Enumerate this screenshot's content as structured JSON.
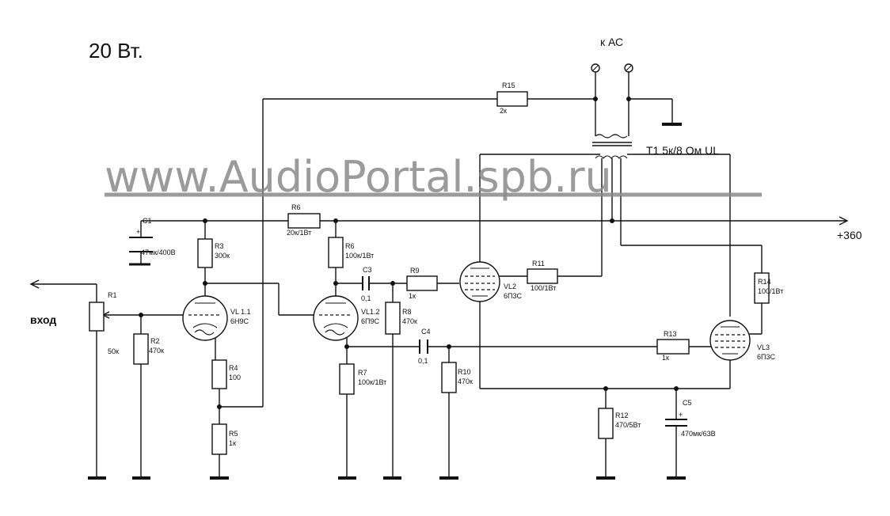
{
  "title": "20 Вт.",
  "watermark": "www.AudioPortal.spb.ru",
  "speaker_label": "к АС",
  "transformer_label": "T1 5к/8 Ом UL",
  "supply_label": "+360",
  "input_label": "вход",
  "components": {
    "c1": {
      "ref": "C1",
      "value": "47мк/400В"
    },
    "r1": {
      "ref": "R1",
      "value": "50к"
    },
    "r2": {
      "ref": "R2",
      "value": "470к"
    },
    "r3": {
      "ref": "R3",
      "value": "300к"
    },
    "r4": {
      "ref": "R4",
      "value": "100"
    },
    "r5": {
      "ref": "R5",
      "value": "1к"
    },
    "r6a": {
      "ref": "R6",
      "value": "20к/1Вт"
    },
    "r6b": {
      "ref": "R6",
      "value": "100к/1Вт"
    },
    "r7": {
      "ref": "R7",
      "value": "100к/1Вт"
    },
    "r8": {
      "ref": "R8",
      "value": "470к"
    },
    "r9": {
      "ref": "R9",
      "value": "1к"
    },
    "r10": {
      "ref": "R10",
      "value": "470к"
    },
    "r11": {
      "ref": "R11",
      "value": "100/1Вт"
    },
    "r12": {
      "ref": "R12",
      "value": "470/5Вт"
    },
    "r13": {
      "ref": "R13",
      "value": "1к"
    },
    "r14": {
      "ref": "R14",
      "value": "100/1Вт"
    },
    "r15": {
      "ref": "R15",
      "value": "2к"
    },
    "c3": {
      "ref": "C3",
      "value": "0,1"
    },
    "c4": {
      "ref": "C4",
      "value": "0,1"
    },
    "c5": {
      "ref": "C5",
      "value": "470мк/63В"
    },
    "vl11": {
      "ref": "VL 1.1",
      "value": "6Н9С"
    },
    "vl12": {
      "ref": "VL1.2",
      "value": "6П9С"
    },
    "vl2": {
      "ref": "VL2",
      "value": "6П3С"
    },
    "vl3": {
      "ref": "VL3",
      "value": "6П3С"
    }
  }
}
